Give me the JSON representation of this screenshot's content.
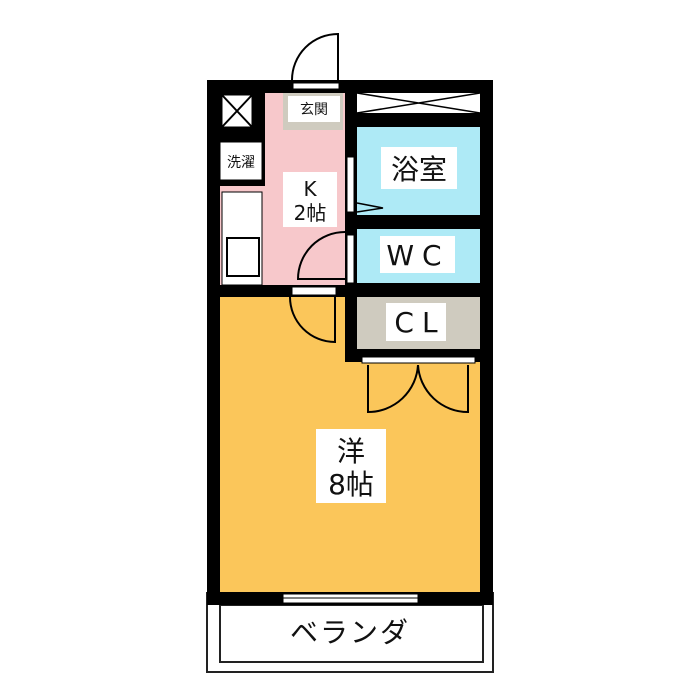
{
  "colors": {
    "wall": "#000000",
    "western_room": "#fbc65a",
    "kitchen": "#f7c8cb",
    "wet_area": "#aeeaf6",
    "closet": "#cfcbbf",
    "entrance": "#cfcbbf"
  },
  "rooms": {
    "entrance": "玄関",
    "laundry": "洗濯",
    "kitchen_name": "K",
    "kitchen_size": "2帖",
    "bath": "浴室",
    "wc": "WC",
    "closet": "CL",
    "western_name": "洋",
    "western_size": "8帖",
    "balcony": "ベランダ"
  }
}
